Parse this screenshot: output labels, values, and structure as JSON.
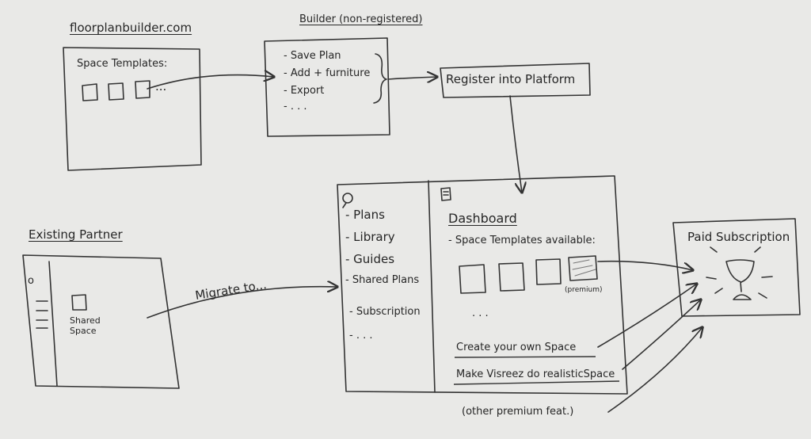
{
  "floorplan": {
    "title": "floorplanbuilder.com",
    "label": "Space Templates:",
    "more": "..."
  },
  "builder": {
    "title": "Builder (non-registered)",
    "items": [
      "- Save Plan",
      "- Add + furniture",
      "- Export",
      "- . . ."
    ]
  },
  "register": {
    "label": "Register into Platform"
  },
  "partner": {
    "title": "Existing Partner",
    "item": "Shared Space",
    "circle": "o"
  },
  "migrate": {
    "label": "Migrate to..."
  },
  "platform": {
    "nav": [
      "- Plans",
      "- Library",
      "- Guides",
      "- Shared Plans",
      "- Subscription",
      "- . . ."
    ],
    "dashboard": {
      "title": "Dashboard",
      "templates_label": "- Space Templates available:",
      "premium": "(premium)",
      "more": ". . .",
      "create": "Create your own Space",
      "visreez": "Make Visreez do realisticSpace",
      "other": "(other premium feat.)"
    }
  },
  "paid": {
    "label": "Paid Subscription"
  },
  "icons": [
    "magnifier-icon",
    "document-icon",
    "hamburger-icon",
    "trophy-icon"
  ]
}
